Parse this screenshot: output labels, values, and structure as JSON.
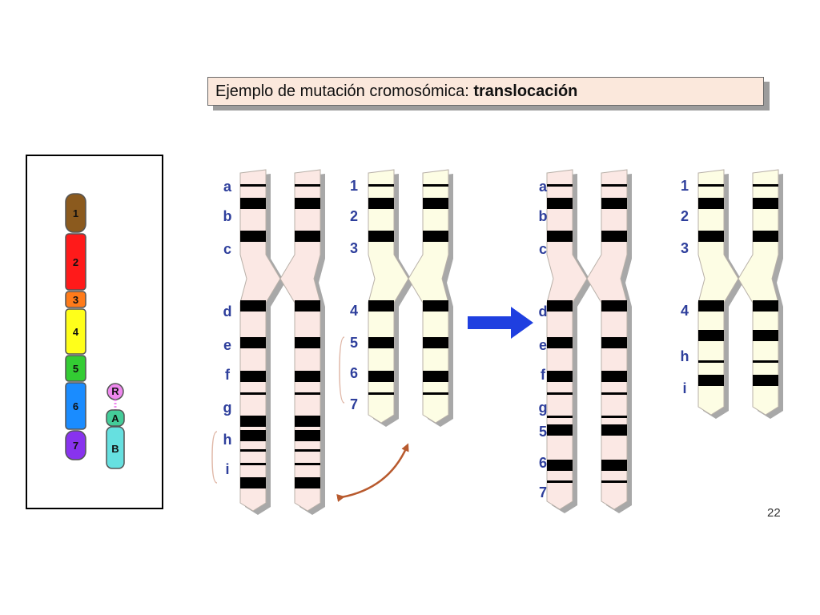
{
  "title": {
    "prefix": "Ejemplo de mutación cromosómica: ",
    "emphasis": "translocación"
  },
  "page_number": "22",
  "before": {
    "chromosome_1_labels": [
      "a",
      "b",
      "c",
      "d",
      "e",
      "f",
      "g",
      "h",
      "i"
    ],
    "chromosome_2_labels": [
      "1",
      "2",
      "3",
      "4",
      "5",
      "6",
      "7"
    ]
  },
  "after": {
    "chromosome_1_labels": [
      "a",
      "b",
      "c",
      "d",
      "e",
      "f",
      "g",
      "5",
      "6",
      "7"
    ],
    "chromosome_2_labels": [
      "1",
      "2",
      "3",
      "4",
      "h",
      "i"
    ]
  },
  "legend": {
    "segments": [
      "1",
      "2",
      "3",
      "4",
      "5",
      "6",
      "7"
    ],
    "segment_colors": [
      "#8b5a1e",
      "#ff1a1a",
      "#ff7b1a",
      "#ffff1a",
      "#33cc33",
      "#1a8cff",
      "#8833ee"
    ],
    "small_chromosome": [
      "R",
      "A",
      "B"
    ],
    "small_colors": [
      "#ee88ee",
      "#44cc99",
      "#66e0e0"
    ]
  },
  "colors": {
    "chromosome_fill_light": "#fbe8e4",
    "chromosome_fill_cream": "#fdfde4",
    "band": "#000000",
    "label_blue": "#2e3f9c",
    "arrow_blue": "#1f3fe0",
    "curve_arrow": "#b85a2e",
    "bracket": "#e0b8a8"
  }
}
